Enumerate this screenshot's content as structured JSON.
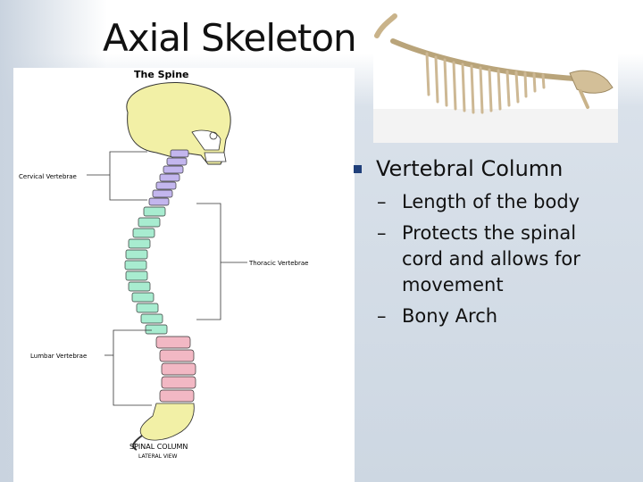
{
  "slide": {
    "title": "Axial Skeleton"
  },
  "diagram": {
    "heading": "The Spine",
    "labels": {
      "cervical": "Cervical Vertebrae",
      "thoracic": "Thoracic Vertebrae",
      "lumbar": "Lumbar Vertebrae"
    },
    "caption_line1": "SPINAL COLUMN",
    "caption_line2": "LATERAL VIEW",
    "colors": {
      "skull": "#f2f0a6",
      "cervical": "#c3b6ee",
      "thoracic": "#a8ecd0",
      "lumbar": "#f2b8c4",
      "sacrum": "#f2f0a6"
    }
  },
  "bullets": {
    "main": "Vertebral Column",
    "sub": [
      "Length of the body",
      "Protects the spinal cord and allows for movement",
      "Bony Arch"
    ]
  }
}
